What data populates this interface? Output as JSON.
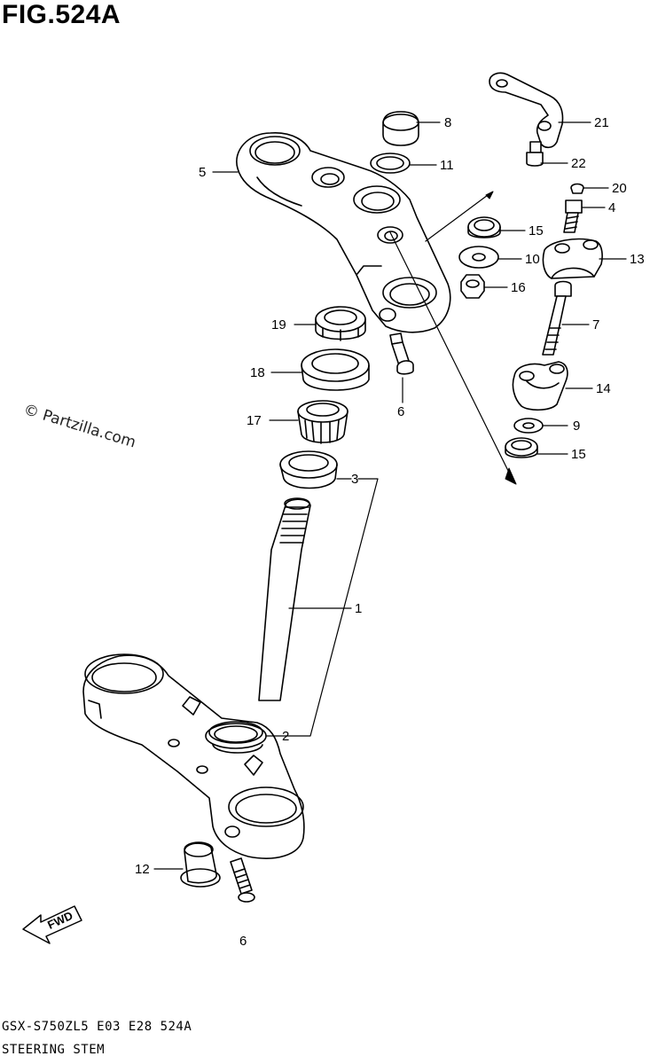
{
  "figure": {
    "title": "FIG.524A",
    "watermark": "© Partzilla.com",
    "model_code": "GSX-S750ZL5  E03  E28  524A",
    "assembly_name": "STEERING STEM",
    "fwd_label": "FWD"
  },
  "callouts": {
    "c1": "1",
    "c2": "2",
    "c3": "3",
    "c4": "4",
    "c5": "5",
    "c6a": "6",
    "c6b": "6",
    "c7": "7",
    "c8": "8",
    "c9": "9",
    "c10": "10",
    "c11": "11",
    "c12": "12",
    "c13": "13",
    "c14": "14",
    "c15a": "15",
    "c15b": "15",
    "c16": "16",
    "c17": "17",
    "c18": "18",
    "c19": "19",
    "c20": "20",
    "c21": "21",
    "c22": "22"
  }
}
